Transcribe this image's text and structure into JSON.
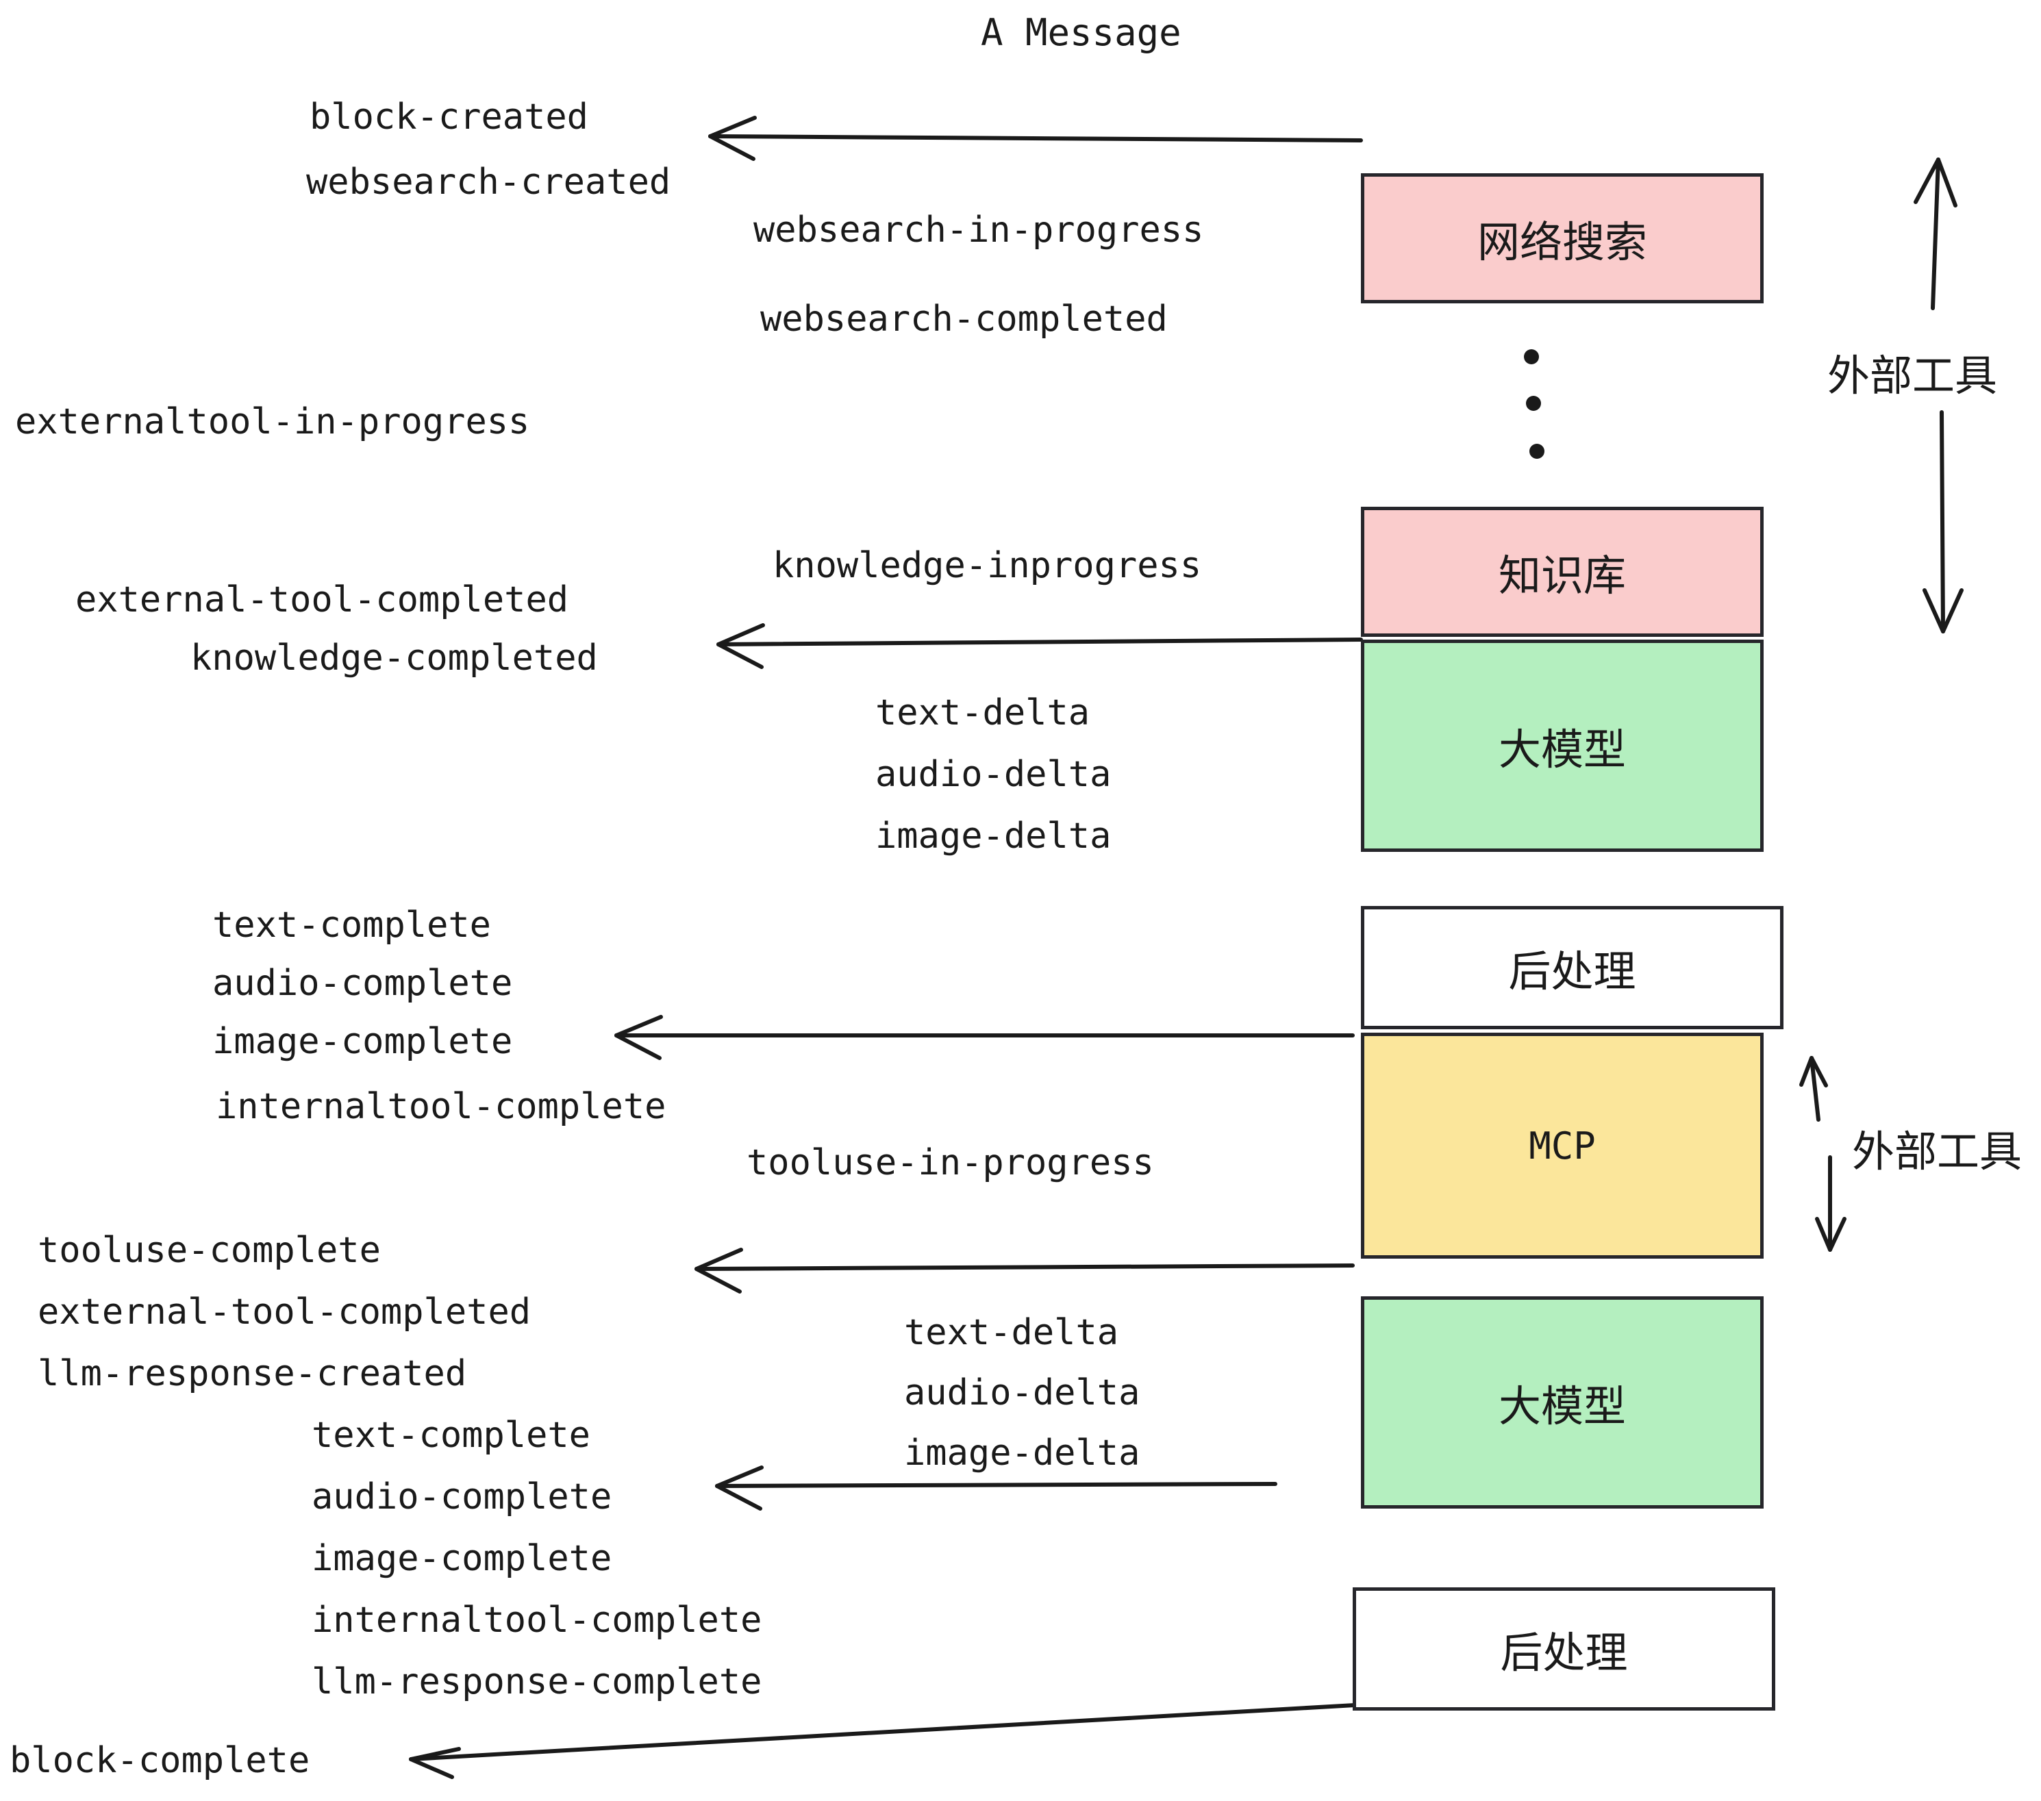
{
  "title": "A Message",
  "colors": {
    "pink": "#FACCCC",
    "green": "#B4EFBF",
    "yellow": "#FBE69B",
    "white": "#FFFFFF",
    "stroke": "#26262B",
    "text": "#1A1A1A"
  },
  "boxes": [
    {
      "label": "网络搜索",
      "fill": "pink",
      "kind": "cjk"
    },
    {
      "label": "知识库",
      "fill": "pink",
      "kind": "cjk"
    },
    {
      "label": "大模型",
      "fill": "green",
      "kind": "cjk"
    },
    {
      "label": "后处理",
      "fill": "white",
      "kind": "cjk"
    },
    {
      "label": "MCP",
      "fill": "yellow",
      "kind": "mono"
    },
    {
      "label": "大模型",
      "fill": "green",
      "kind": "cjk"
    },
    {
      "label": "后处理",
      "fill": "white",
      "kind": "cjk"
    }
  ],
  "side_labels": [
    {
      "label": "外部工具"
    },
    {
      "label": "外部工具"
    }
  ],
  "events": [
    {
      "text": "block-created"
    },
    {
      "text": "websearch-created"
    },
    {
      "text": "websearch-in-progress"
    },
    {
      "text": "websearch-completed"
    },
    {
      "text": "externaltool-in-progress"
    },
    {
      "text": "knowledge-inprogress"
    },
    {
      "text": "external-tool-completed"
    },
    {
      "text": "knowledge-completed"
    },
    {
      "text": "text-delta"
    },
    {
      "text": "audio-delta"
    },
    {
      "text": "image-delta"
    },
    {
      "text": "text-complete"
    },
    {
      "text": "audio-complete"
    },
    {
      "text": "image-complete"
    },
    {
      "text": "internaltool-complete"
    },
    {
      "text": "tooluse-in-progress"
    },
    {
      "text": "tooluse-complete"
    },
    {
      "text": "external-tool-completed"
    },
    {
      "text": "llm-response-created"
    },
    {
      "text": "text-delta"
    },
    {
      "text": "audio-delta"
    },
    {
      "text": "image-delta"
    },
    {
      "text": "text-complete"
    },
    {
      "text": "audio-complete"
    },
    {
      "text": "image-complete"
    },
    {
      "text": "internaltool-complete"
    },
    {
      "text": "llm-response-complete"
    },
    {
      "text": "block-complete"
    }
  ],
  "ellipsis_dots": 3
}
